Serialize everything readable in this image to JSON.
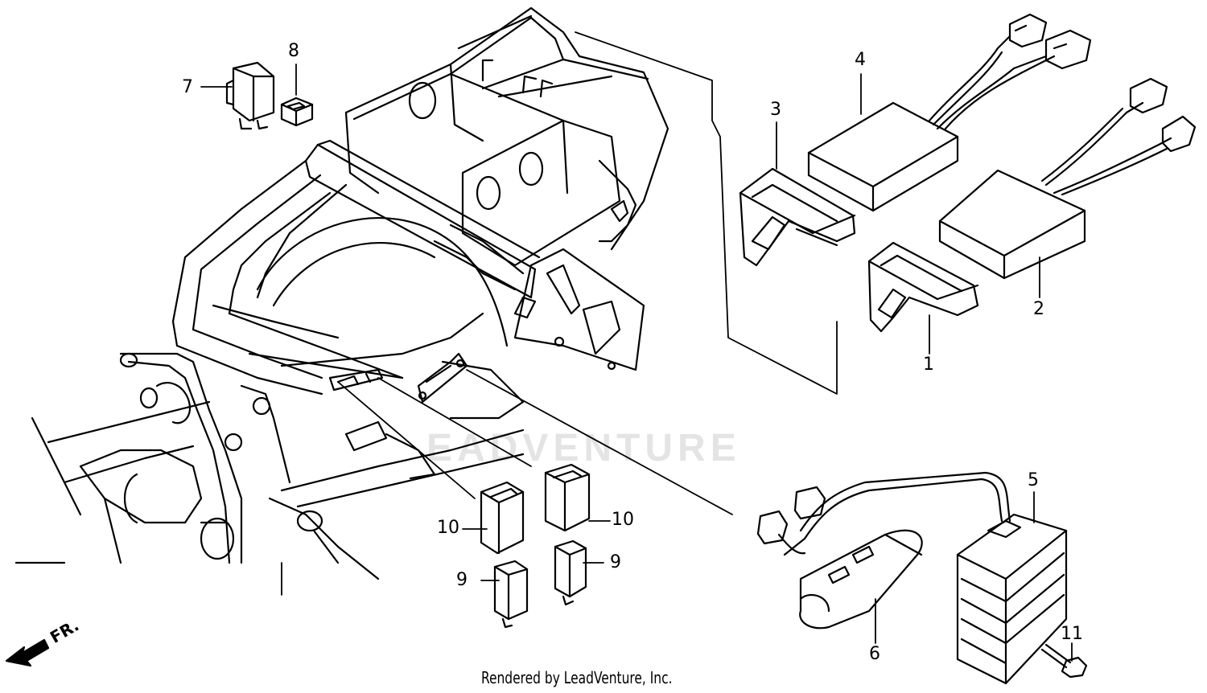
{
  "watermark": "EADVENTURE",
  "footer": "Rendered by LeadVenture, Inc.",
  "direction_label": "FR.",
  "callouts": {
    "c1": "1",
    "c2": "2",
    "c3": "3",
    "c4": "4",
    "c5": "5",
    "c6": "6",
    "c7": "7",
    "c8": "8",
    "c9a": "9",
    "c9b": "9",
    "c10a": "10",
    "c10b": "10",
    "c11": "11"
  },
  "colors": {
    "line": "#000000",
    "background": "#ffffff",
    "watermark": "#e4e4e4"
  }
}
